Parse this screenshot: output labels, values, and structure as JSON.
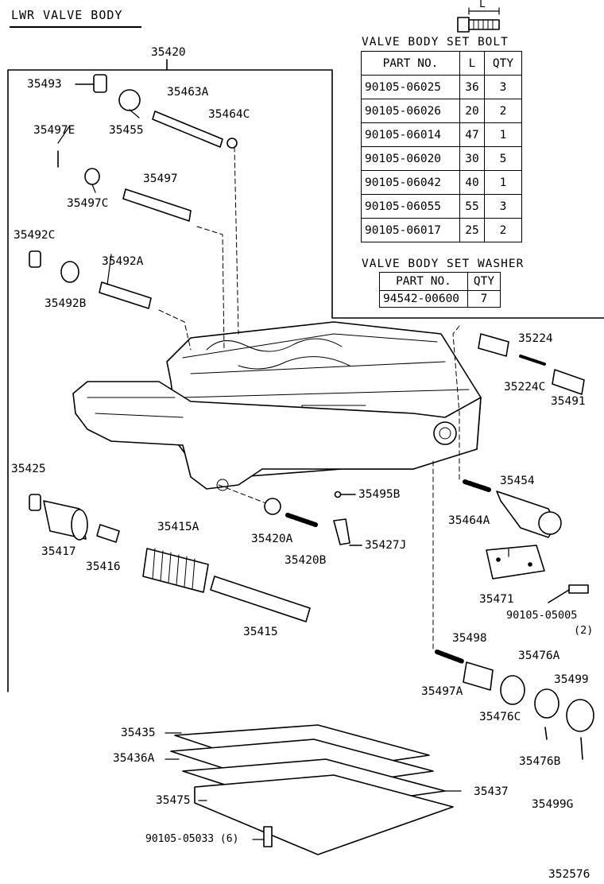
{
  "title": "LWR VALVE BODY",
  "figure_number": "352576",
  "assembly_label": "35420",
  "bolt_icon_label": "L",
  "bolt_table": {
    "caption": "VALVE BODY SET BOLT",
    "headers": [
      "PART NO.",
      "L",
      "QTY"
    ],
    "rows": [
      [
        "90105-06025",
        "36",
        "3"
      ],
      [
        "90105-06026",
        "20",
        "2"
      ],
      [
        "90105-06014",
        "47",
        "1"
      ],
      [
        "90105-06020",
        "30",
        "5"
      ],
      [
        "90105-06042",
        "40",
        "1"
      ],
      [
        "90105-06055",
        "55",
        "3"
      ],
      [
        "90105-06017",
        "25",
        "2"
      ]
    ]
  },
  "washer_table": {
    "caption": "VALVE BODY SET WASHER",
    "headers": [
      "PART NO.",
      "QTY"
    ],
    "rows": [
      [
        "94542-00600",
        "7"
      ]
    ]
  },
  "callouts": {
    "p35493": "35493",
    "p35455": "35455",
    "p35463A": "35463A",
    "p35464C": "35464C",
    "p35497E": "35497E",
    "p35497C": "35497C",
    "p35497": "35497",
    "p35492C": "35492C",
    "p35492A": "35492A",
    "p35492B": "35492B",
    "p35224": "35224",
    "p35224C": "35224C",
    "p35491": "35491",
    "p35425": "35425",
    "p35417": "35417",
    "p35416": "35416",
    "p35415A": "35415A",
    "p35415": "35415",
    "p35420A": "35420A",
    "p35420B": "35420B",
    "p35495B": "35495B",
    "p35427J": "35427J",
    "p35454": "35454",
    "p35464A": "35464A",
    "p35471": "35471",
    "p90105_05005": "90105-05005",
    "p90105_05005_qty": "(2)",
    "p35498": "35498",
    "p35497A": "35497A",
    "p35476A": "35476A",
    "p35499": "35499",
    "p35476C": "35476C",
    "p35476B": "35476B",
    "p35499G": "35499G",
    "p35435": "35435",
    "p35436A": "35436A",
    "p35437": "35437",
    "p35475": "35475",
    "p90105_05033": "90105-05033 (6)"
  }
}
